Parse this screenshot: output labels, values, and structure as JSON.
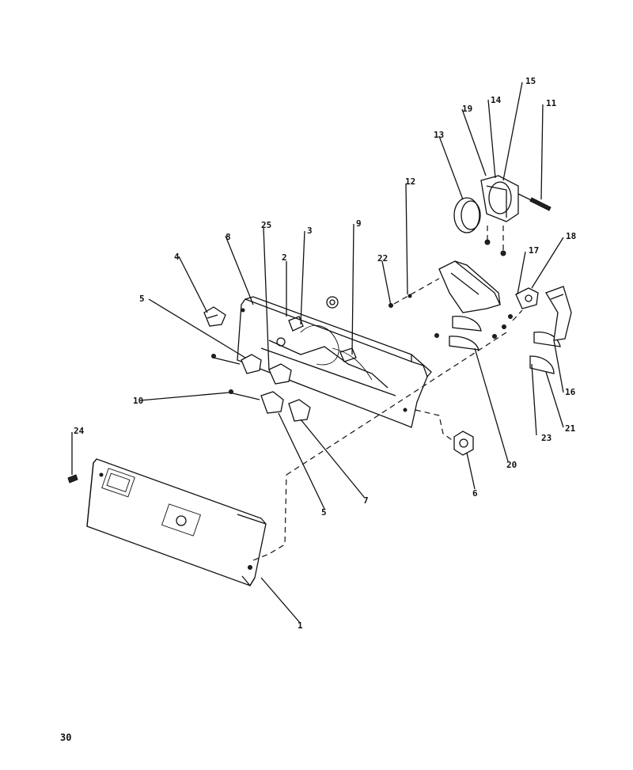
{
  "page_number": "30",
  "callouts": {
    "c1": "1",
    "c2": "2",
    "c3": "3",
    "c4": "4",
    "c5a": "5",
    "c5b": "5",
    "c6": "6",
    "c7": "7",
    "c8": "8",
    "c9": "9",
    "c10": "10",
    "c11": "11",
    "c12": "12",
    "c13": "13",
    "c14": "14",
    "c15": "15",
    "c16": "16",
    "c17": "17",
    "c18": "18",
    "c19": "19",
    "c20": "20",
    "c21": "21",
    "c22": "22",
    "c23": "23",
    "c24": "24",
    "c25": "25"
  }
}
